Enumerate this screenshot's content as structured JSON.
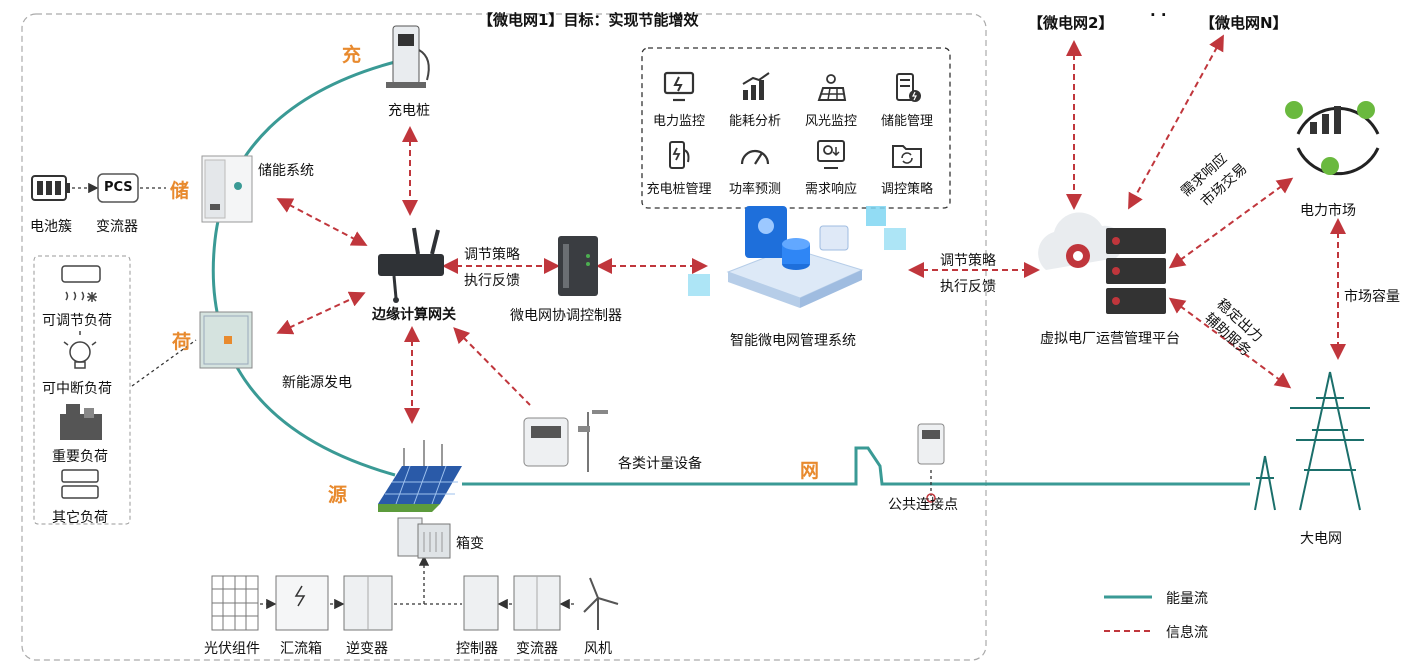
{
  "title": "【微电网1】目标：实现节能增效",
  "microgrid2": "【微电网2】",
  "dots": "· ·",
  "microgridN": "【微电网N】",
  "cross_labels": {
    "chong": "充",
    "chu": "储",
    "he": "荷",
    "yuan": "源",
    "wang": "网"
  },
  "nodes": {
    "charger": "充电桩",
    "storage": "储能系统",
    "battery": "电池簇",
    "pcs_text": "PCS",
    "pcs": "变流器",
    "edge_gateway": "边缘计算网关",
    "new_energy": "新能源发电",
    "coord_ctrl": "微电网协调控制器",
    "mgmt_system": "智能微电网管理系统",
    "metering": "各类计量设备",
    "pcc": "公共连接点",
    "box_transformer": "箱变",
    "pv": "光伏组件",
    "combiner": "汇流箱",
    "inverter": "逆变器",
    "controller": "控制器",
    "converter": "变流器",
    "wind": "风机",
    "vpp": "虚拟电厂运营管理平台",
    "power_market": "电力市场",
    "big_grid": "大电网"
  },
  "loads": [
    "可调节负荷",
    "可中断负荷",
    "重要负荷",
    "其它负荷"
  ],
  "functions": [
    "电力监控",
    "能耗分析",
    "风光监控",
    "储能管理",
    "充电桩管理",
    "功率预测",
    "需求响应",
    "调控策略"
  ],
  "links": {
    "strategy1": "调节策略",
    "feedback1": "执行反馈",
    "strategy2": "调节策略",
    "feedback2": "执行反馈",
    "demand_response": "需求响应",
    "market_trade": "市场交易",
    "stable_output": "稳定出力",
    "aux_service": "辅助服务",
    "market_capacity": "市场容量"
  },
  "legend": {
    "energy": "能量流",
    "info": "信息流"
  },
  "colors": {
    "energy": "#3a9a95",
    "info": "#c0363c",
    "accent": "#e88a2e",
    "teal": "#3a9a95"
  }
}
